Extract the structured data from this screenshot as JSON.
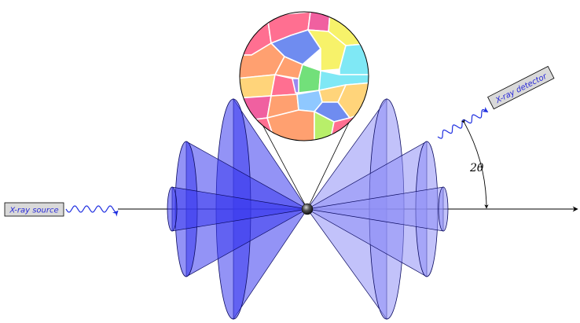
{
  "labels": {
    "source": "X-ray source",
    "detector": "X-ray detector",
    "angle": "2θ"
  },
  "colors": {
    "cone_fill": "#3a3aee",
    "cone_fill_light": "#8f8ff5",
    "cone_stroke": "#0a0a60",
    "wave": "#1f2fe0",
    "label_box": "#d9d9d9",
    "label_text": "#2a2ad8",
    "grain_palette": [
      "#ff6f91",
      "#ffa070",
      "#ffd47a",
      "#f7f26a",
      "#7fe8f5",
      "#6f8cf0",
      "#9a88f0",
      "#b8ef6a",
      "#72e07a",
      "#f060a0",
      "#8fc8ff"
    ]
  }
}
